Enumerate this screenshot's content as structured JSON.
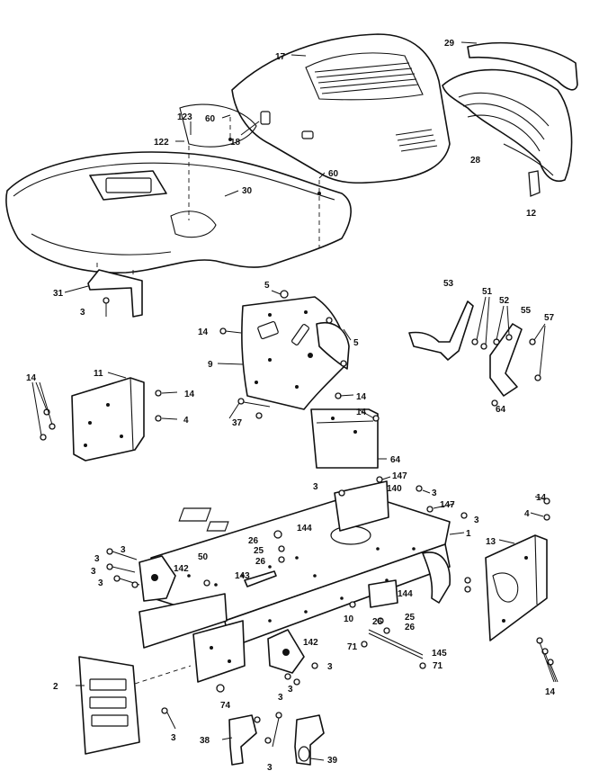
{
  "labels": [
    {
      "id": "17",
      "name": "part-17-hood"
    },
    {
      "id": "29",
      "name": "part-29-bumper"
    },
    {
      "id": "28",
      "name": "part-28-grille-panel"
    },
    {
      "id": "12",
      "name": "part-12-clip"
    },
    {
      "id": "123",
      "name": "part-123-fastener"
    },
    {
      "id": "122",
      "name": "part-122-fastener"
    },
    {
      "id": "60",
      "name": "part-60-screw"
    },
    {
      "id": "18",
      "name": "part-18-insert"
    },
    {
      "id": "60",
      "name": "part-60-screw"
    },
    {
      "id": "30",
      "name": "part-30-body"
    },
    {
      "id": "31",
      "name": "part-31-bracket"
    },
    {
      "id": "3",
      "name": "part-3-bolt"
    },
    {
      "id": "5",
      "name": "part-5-nut"
    },
    {
      "id": "14",
      "name": "part-14-bolt"
    },
    {
      "id": "9",
      "name": "part-9-dash-panel"
    },
    {
      "id": "5",
      "name": "part-5-nut"
    },
    {
      "id": "14",
      "name": "part-14-bolt"
    },
    {
      "id": "37",
      "name": "part-37-screw"
    },
    {
      "id": "14",
      "name": "part-14-bolt"
    },
    {
      "id": "53",
      "name": "part-53-bracket"
    },
    {
      "id": "51",
      "name": "part-51-screw"
    },
    {
      "id": "52",
      "name": "part-52-washer"
    },
    {
      "id": "55",
      "name": "part-55-bracket"
    },
    {
      "id": "57",
      "name": "part-57-bolt"
    },
    {
      "id": "64",
      "name": "part-64-nut"
    },
    {
      "id": "11",
      "name": "part-11-side-panel"
    },
    {
      "id": "14",
      "name": "part-14-bolt"
    },
    {
      "id": "14",
      "name": "part-14-bolt"
    },
    {
      "id": "4",
      "name": "part-4-washer"
    },
    {
      "id": "64",
      "name": "part-64-nut"
    },
    {
      "id": "147",
      "name": "part-147-bolt"
    },
    {
      "id": "3",
      "name": "part-3-bolt"
    },
    {
      "id": "140",
      "name": "part-140-frame-plate"
    },
    {
      "id": "3",
      "name": "part-3-bolt"
    },
    {
      "id": "147",
      "name": "part-147-bolt"
    },
    {
      "id": "3",
      "name": "part-3-bolt"
    },
    {
      "id": "14",
      "name": "part-14-bolt"
    },
    {
      "id": "4",
      "name": "part-4-washer"
    },
    {
      "id": "1",
      "name": "part-1-frame"
    },
    {
      "id": "13",
      "name": "part-13-side-panel"
    },
    {
      "id": "26",
      "name": "part-26-nut"
    },
    {
      "id": "144",
      "name": "part-144-bracket"
    },
    {
      "id": "25",
      "name": "part-25-washer"
    },
    {
      "id": "26",
      "name": "part-26-nut"
    },
    {
      "id": "3",
      "name": "part-3-bolt"
    },
    {
      "id": "3",
      "name": "part-3-bolt"
    },
    {
      "id": "3",
      "name": "part-3-bolt"
    },
    {
      "id": "3",
      "name": "part-3-bolt"
    },
    {
      "id": "142",
      "name": "part-142-plate"
    },
    {
      "id": "50",
      "name": "part-50-bolt"
    },
    {
      "id": "143",
      "name": "part-143-rod"
    },
    {
      "id": "144",
      "name": "part-144-bracket"
    },
    {
      "id": "10",
      "name": "part-10-bolt"
    },
    {
      "id": "26",
      "name": "part-26-nut"
    },
    {
      "id": "25",
      "name": "part-25-washer"
    },
    {
      "id": "26",
      "name": "part-26-nut"
    },
    {
      "id": "71",
      "name": "part-71-nut"
    },
    {
      "id": "145",
      "name": "part-145-rod"
    },
    {
      "id": "71",
      "name": "part-71-nut"
    },
    {
      "id": "142",
      "name": "part-142-plate"
    },
    {
      "id": "3",
      "name": "part-3-bolt"
    },
    {
      "id": "3",
      "name": "part-3-bolt"
    },
    {
      "id": "3",
      "name": "part-3-bolt"
    },
    {
      "id": "2",
      "name": "part-2-front-plate"
    },
    {
      "id": "74",
      "name": "part-74-nut"
    },
    {
      "id": "14",
      "name": "part-14-bolt"
    },
    {
      "id": "3",
      "name": "part-3-bolt"
    },
    {
      "id": "38",
      "name": "part-38-bracket"
    },
    {
      "id": "3",
      "name": "part-3-bolt"
    },
    {
      "id": "39",
      "name": "part-39-bracket"
    }
  ]
}
